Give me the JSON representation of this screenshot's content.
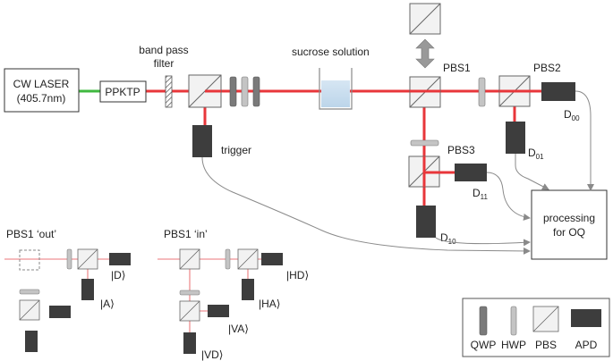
{
  "labels": {
    "cw_laser_line1": "CW LASER",
    "cw_laser_line2": "(405.7nm)",
    "ppktp": "PPKTP",
    "band_pass_line1": "band pass",
    "band_pass_line2": "filter",
    "sucrose": "sucrose solution",
    "pbs1": "PBS1",
    "pbs2": "PBS2",
    "pbs3": "PBS3",
    "trigger": "trigger",
    "d00_base": "D",
    "d00_sub": "00",
    "d01_base": "D",
    "d01_sub": "01",
    "d11_base": "D",
    "d11_sub": "11",
    "d10_base": "D",
    "d10_sub": "10",
    "processing_line1": "processing",
    "processing_line2": "for OQ",
    "pbs1_out": "PBS1 ‘out’",
    "pbs1_in": "PBS1 ‘in’",
    "ket_d": "|D⟩",
    "ket_a": "|A⟩",
    "ket_hd": "|HD⟩",
    "ket_ha": "|HA⟩",
    "ket_va": "|VA⟩",
    "ket_vd": "|VD⟩"
  },
  "legend": [
    {
      "label": "QWP"
    },
    {
      "label": "HWP"
    },
    {
      "label": "PBS"
    },
    {
      "label": "APD"
    }
  ],
  "colors": {
    "beam_red": "#e8363a",
    "beam_faint": "#f2a3a5",
    "pump_green": "#3fb83f",
    "detector": "#3d3d3d",
    "plate": "#8c8c8c",
    "arrow": "#8a8a8a"
  }
}
